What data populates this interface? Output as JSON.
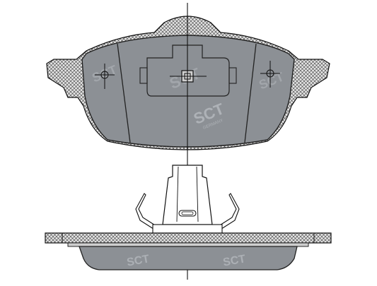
{
  "drawing": {
    "watermark_brand": "SCT",
    "watermark_sub": "GERMANY",
    "colors": {
      "pad_fill": "#8c9095",
      "pad_stroke": "#222222",
      "backing_fill": "#d6d6d6",
      "line": "#111111",
      "background": "#ffffff",
      "watermark": "#b4b8bd"
    },
    "views": [
      "top-view",
      "side-view"
    ]
  }
}
